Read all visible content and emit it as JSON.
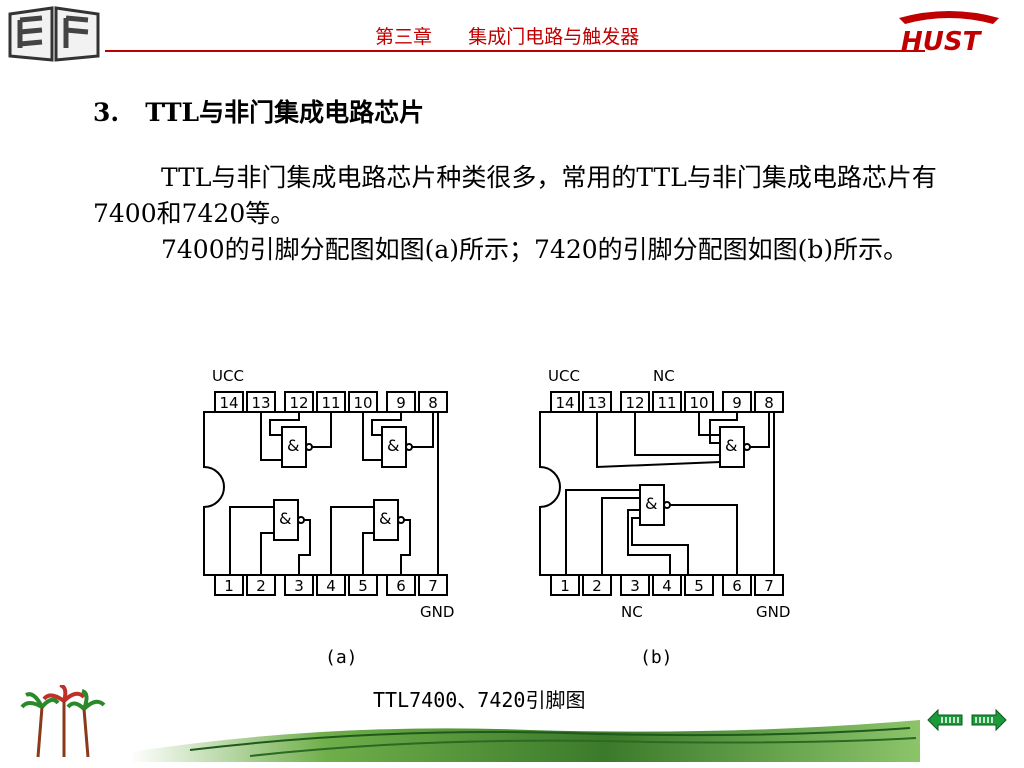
{
  "header": {
    "chapter": "第三章",
    "title": "集成门电路与触发器",
    "brand": "HUST",
    "color": "#c00000"
  },
  "section": {
    "number": "3.",
    "title": "TTL与非门集成电路芯片"
  },
  "paragraphs": [
    "TTL与非门集成电路芯片种类很多，常用的TTL与非门集成电路芯片有7400和7420等。",
    "7400的引脚分配图如图(a)所示；7420的引脚分配图如图(b)所示。"
  ],
  "figure": {
    "chip_a": {
      "supply": "UCC",
      "ground": "GND",
      "top_pins": [
        "14",
        "13",
        "12",
        "11",
        "10",
        "9",
        "8"
      ],
      "bottom_pins": [
        "1",
        "2",
        "3",
        "4",
        "5",
        "6",
        "7"
      ],
      "gate_symbol": "&",
      "caption": "(a)"
    },
    "chip_b": {
      "supply": "UCC",
      "ground": "GND",
      "nc_top": "NC",
      "nc_bottom": "NC",
      "top_pins": [
        "14",
        "13",
        "12",
        "11",
        "10",
        "9",
        "8"
      ],
      "bottom_pins": [
        "1",
        "2",
        "3",
        "4",
        "5",
        "6",
        "7"
      ],
      "gate_symbol": "&",
      "caption": "(b)"
    },
    "title": "TTL7400、7420引脚图"
  },
  "nav": {
    "prev_icon": "left-arrow-icon",
    "next_icon": "right-arrow-icon",
    "accent": "#1a9a3a"
  }
}
